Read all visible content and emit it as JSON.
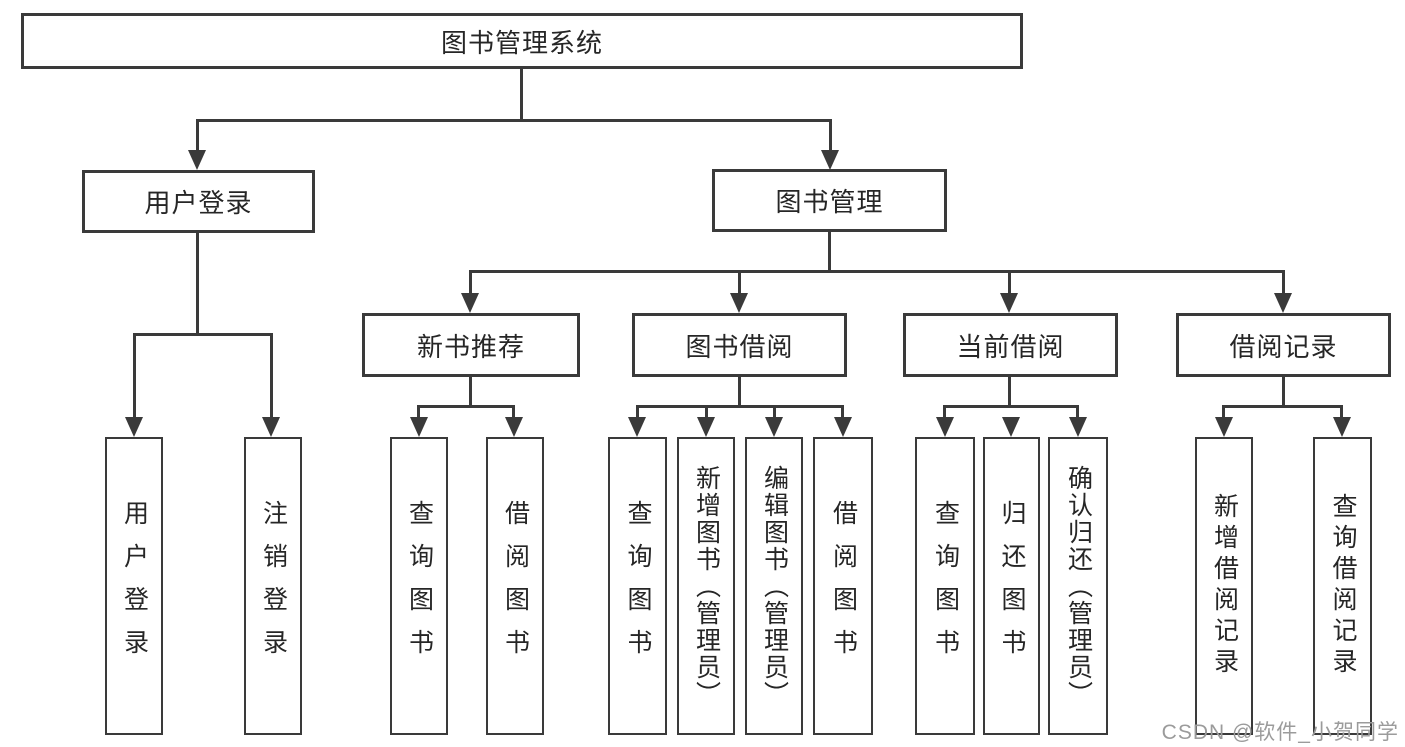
{
  "diagram": {
    "root": "图书管理系统",
    "login_branch": {
      "label": "用户登录",
      "children": [
        "用户登录",
        "注销登录"
      ]
    },
    "mgmt_branch": {
      "label": "图书管理",
      "groups": [
        {
          "label": "新书推荐",
          "children": [
            "查询图书",
            "借阅图书"
          ]
        },
        {
          "label": "图书借阅",
          "children": [
            "查询图书",
            "新增图书（管理员）",
            "编辑图书（管理员）",
            "借阅图书"
          ]
        },
        {
          "label": "当前借阅",
          "children": [
            "查询图书",
            "归还图书",
            "确认归还（管理员）"
          ]
        },
        {
          "label": "借阅记录",
          "children": [
            "新增借阅记录",
            "查询借阅记录"
          ]
        }
      ]
    }
  },
  "watermark": "CSDN @软件_小贺同学",
  "colors": {
    "line": "#3a3a3a",
    "text": "#262626",
    "watermark": "#9b9b9b",
    "background": "#ffffff"
  }
}
